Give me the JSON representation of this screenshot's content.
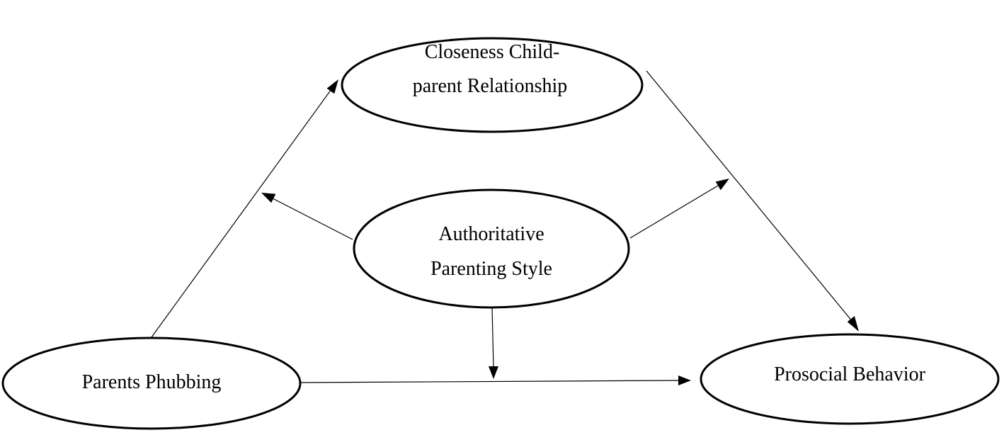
{
  "nodes": {
    "closeness": {
      "line1": "Closeness Child-",
      "line2": "parent Relationship"
    },
    "authoritative": {
      "line1": "Authoritative",
      "line2": "Parenting Style"
    },
    "phubbing": {
      "line1": "Parents Phubbing"
    },
    "prosocial": {
      "line1": "Prosocial Behavior"
    }
  },
  "edges": [
    {
      "from": "Parents Phubbing",
      "to": "Closeness Child-parent Relationship"
    },
    {
      "from": "Closeness Child-parent Relationship",
      "to": "Prosocial Behavior"
    },
    {
      "from": "Parents Phubbing",
      "to": "Prosocial Behavior"
    },
    {
      "from": "Authoritative Parenting Style",
      "to": "Parents Phubbing → Closeness Child-parent Relationship"
    },
    {
      "from": "Authoritative Parenting Style",
      "to": "Closeness Child-parent Relationship → Prosocial Behavior"
    },
    {
      "from": "Authoritative Parenting Style",
      "to": "Parents Phubbing → Prosocial Behavior"
    }
  ]
}
